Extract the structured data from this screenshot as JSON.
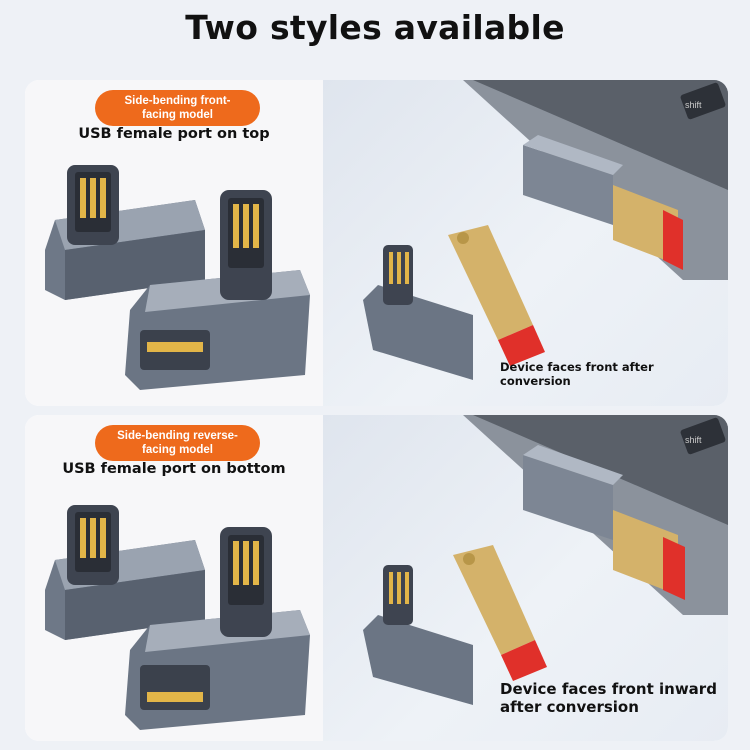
{
  "header": {
    "title": "Two styles available"
  },
  "panels": [
    {
      "badge": "Side-bending front-\nfacing model",
      "subtitle": "USB female port on top",
      "caption": "Device faces front after conversion"
    },
    {
      "badge": "Side-bending reverse-\nfacing model",
      "subtitle": "USB female port on bottom",
      "caption": "Device faces front inward\nafter conversion"
    }
  ],
  "keyboard": {
    "key_label": "shift"
  },
  "colors": {
    "badge": "#ee6a1c",
    "metal": "#6b7584",
    "gold": "#d4b26a",
    "red": "#e0302a"
  }
}
